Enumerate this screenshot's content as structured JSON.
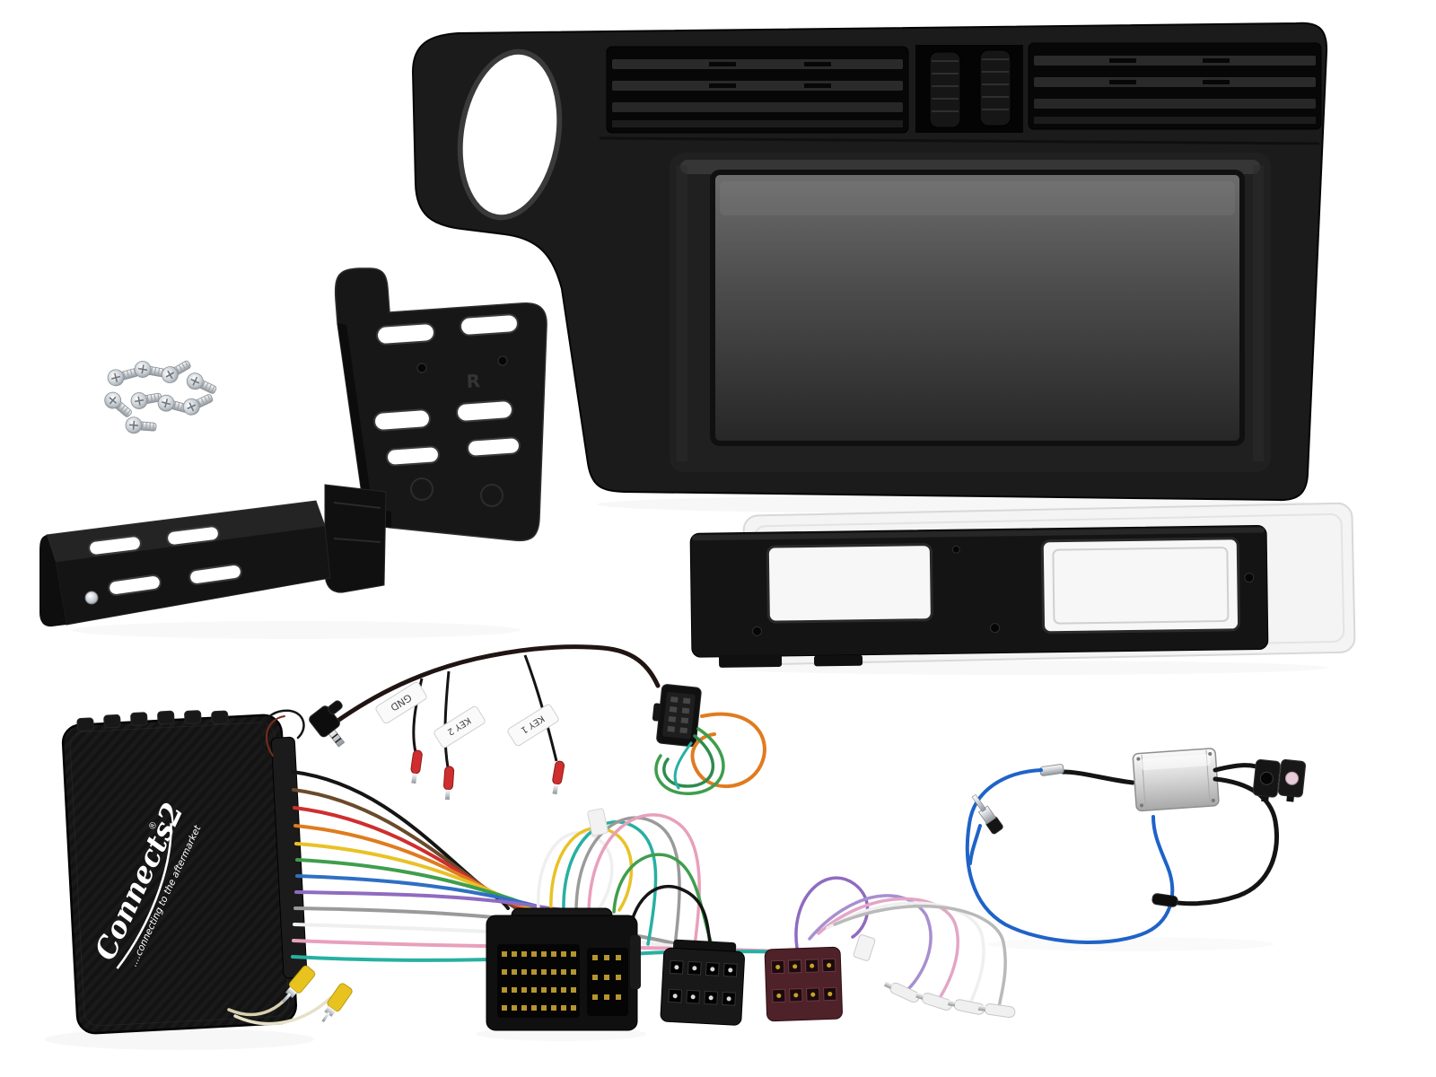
{
  "scene": {
    "type": "product-photo",
    "subject": "Double DIN car stereo installation fitting kit",
    "background": "#ffffff"
  },
  "labels": {
    "gnd": "GND",
    "key2": "KEY 2",
    "key1": "KEY 1"
  },
  "markings": {
    "bracket_side": "R"
  },
  "logo": {
    "brand": "Connects2",
    "registered": "®",
    "tagline": "....connecting to the aftermarket"
  },
  "colors": {
    "fascia_black": "#1b1b1b",
    "red_bullet": "#cf2e2e",
    "orange_wire": "#e07b1f",
    "green_wire": "#3f9e4d",
    "green_wire_dark": "#2e8b4f",
    "teal_wire": "#27b0a2",
    "rca_yellow": "#e8c31f",
    "antenna_blue": "#1f63c8",
    "purple_wire": "#8f6bc0",
    "pink_wire": "#e3a6c6",
    "lavender_wire": "#a88fcf",
    "white_wire": "#efefef",
    "gray_wire": "#9a9a9a",
    "iso_maroon": "#4e2228",
    "bundle": [
      "#151515",
      "#6b4a2b",
      "#cf2e2e",
      "#e07b1f",
      "#e8c227",
      "#3f9e4d",
      "#2f6fc4",
      "#8f6bc0",
      "#9a9a9a",
      "#efefef",
      "#e8a0bc",
      "#27b0a2"
    ]
  }
}
